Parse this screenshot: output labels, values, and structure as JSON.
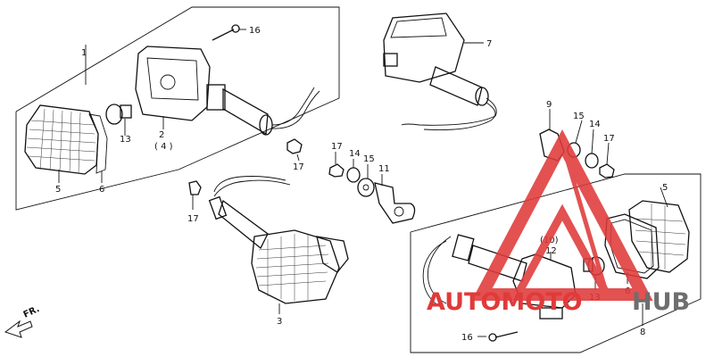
{
  "diagram": {
    "parts": {
      "p1": "1",
      "p2": "2",
      "p2_alt": "( 4 )",
      "p3": "3",
      "p5a": "5",
      "p5b": "5",
      "p6a": "6",
      "p6b": "6",
      "p7": "7",
      "p8": "8",
      "p9": "9",
      "p10": "(10)",
      "p11": "11",
      "p12": "12",
      "p13a": "13",
      "p13b": "13",
      "p14a": "14",
      "p14b": "14",
      "p15a": "15",
      "p15b": "15",
      "p16a": "16",
      "p16b": "16",
      "p17a": "17",
      "p17b": "17",
      "p17c": "17",
      "p17d": "17"
    },
    "direction_label": "FR.",
    "watermark": {
      "text_part1": "AUTOMOTO",
      "text_part2": "HUB",
      "color_red": "#e03a3a",
      "color_gray": "#6e6e6e"
    }
  }
}
